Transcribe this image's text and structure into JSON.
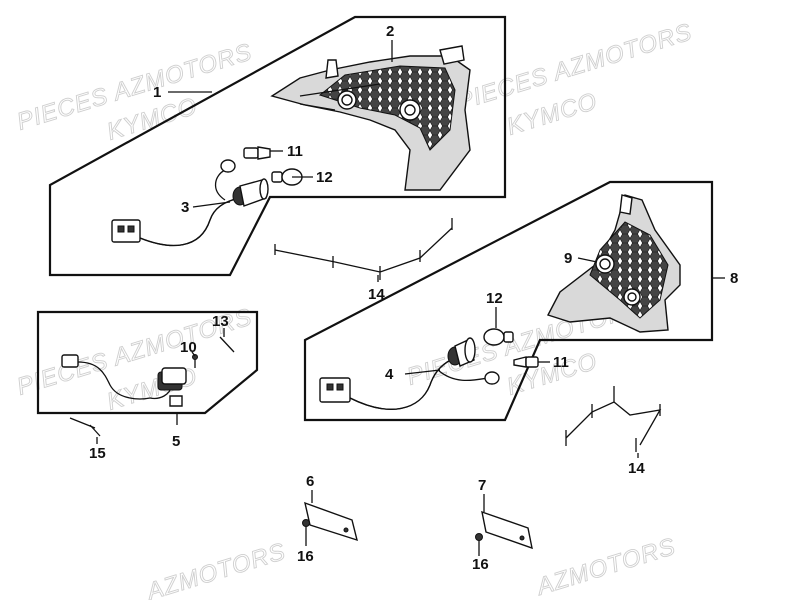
{
  "watermarks": {
    "w1": "PIECES AZMOTORS",
    "w2": "KYMCO",
    "w3": "PIECES AZMOTORS",
    "w4": "KYMCO",
    "w5": "PIECES AZMOTORS",
    "w6": "KYMCO",
    "w7": "PIECES AZMOTORS",
    "w8": "KYMCO",
    "w9": "AZMOTORS",
    "w10": "AZMOTORS"
  },
  "callouts": {
    "c1": "1",
    "c2": "2",
    "c3": "3",
    "c4": "4",
    "c5": "5",
    "c6": "6",
    "c7": "7",
    "c8": "8",
    "c9": "9",
    "c10": "10",
    "c11a": "11",
    "c11b": "11",
    "c12a": "12",
    "c12b": "12",
    "c13": "13",
    "c14a": "14",
    "c14b": "14",
    "c15": "15",
    "c16a": "16",
    "c16b": "16"
  }
}
